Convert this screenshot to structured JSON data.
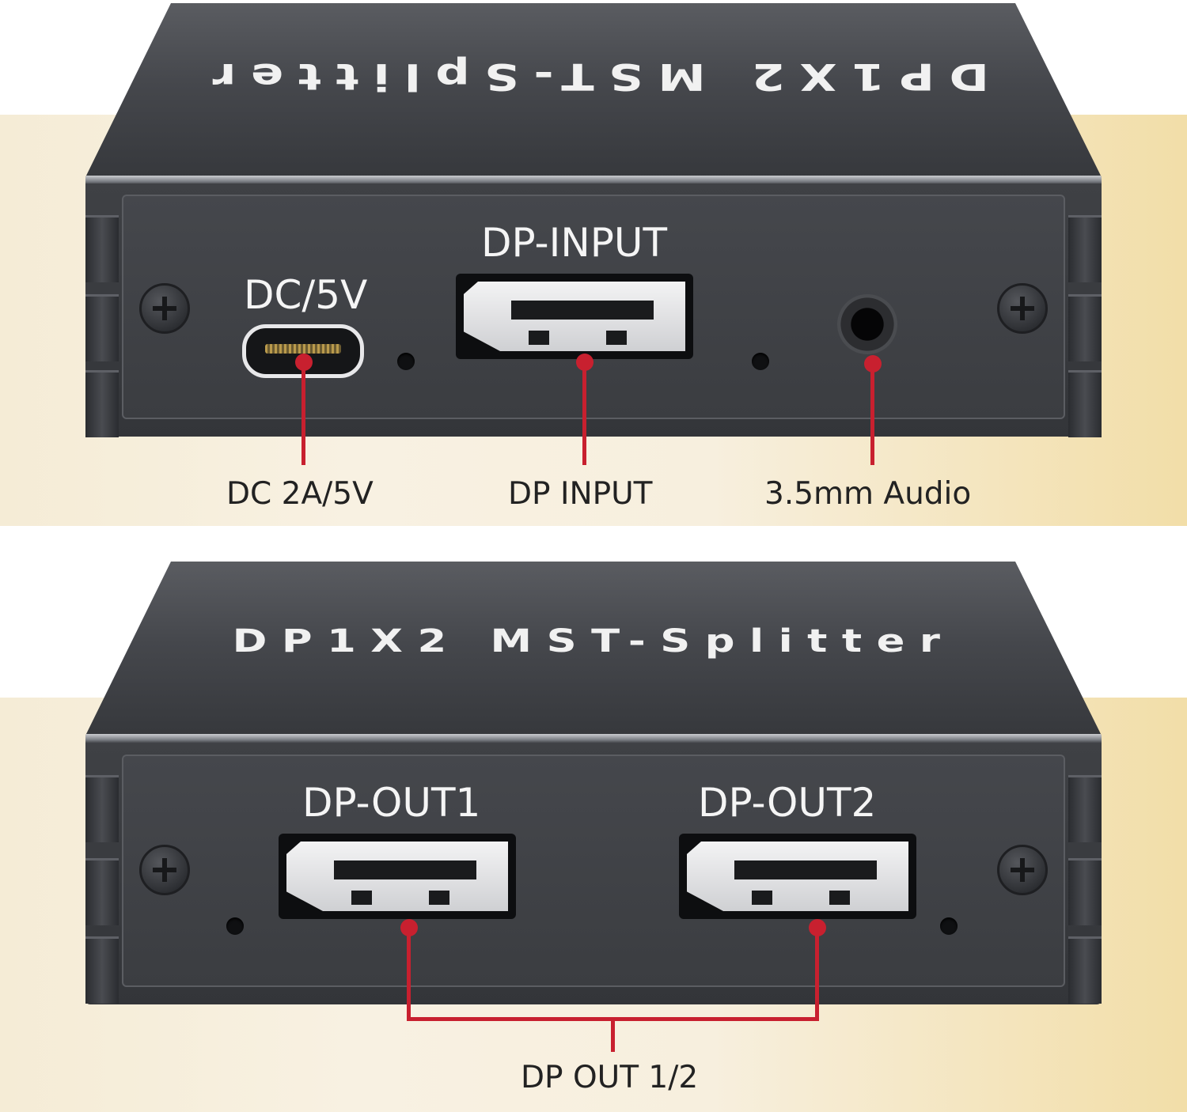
{
  "top_view": {
    "brand_text": "DP1X2 MST-Splitter",
    "port_labels": {
      "power": "DC/5V",
      "input": "DP-INPUT"
    },
    "callouts": {
      "power": "DC 2A/5V",
      "input": "DP INPUT",
      "audio": "3.5mm Audio"
    }
  },
  "bottom_view": {
    "brand_text": "DP1X2 MST-Splitter",
    "port_labels": {
      "out1": "DP-OUT1",
      "out2": "DP-OUT2"
    },
    "callouts": {
      "outputs": "DP OUT 1/2"
    }
  },
  "colors": {
    "callout_red": "#c8202f",
    "device_gray": "#3f4145",
    "background_cream": "#f5ecd6"
  }
}
